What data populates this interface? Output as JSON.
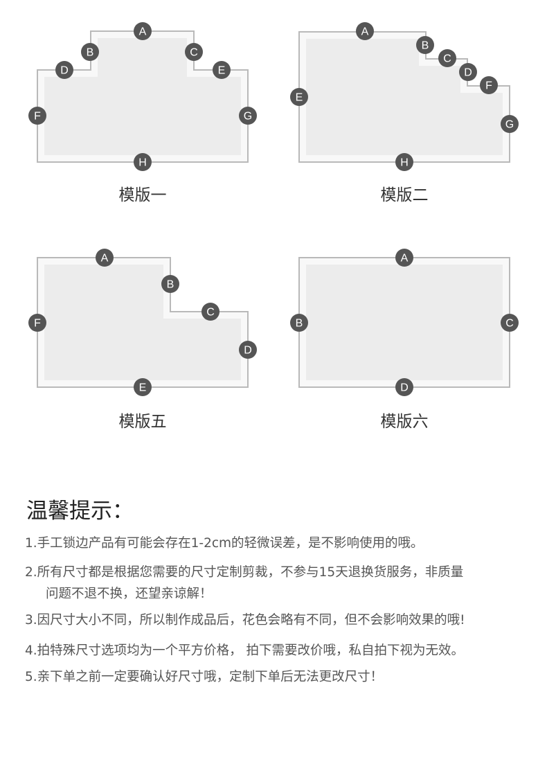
{
  "templates": [
    {
      "caption": "模版一",
      "labels": [
        "A",
        "B",
        "C",
        "D",
        "E",
        "F",
        "G",
        "H"
      ]
    },
    {
      "caption": "模版二",
      "labels": [
        "A",
        "B",
        "C",
        "D",
        "F",
        "E",
        "G",
        "H"
      ]
    },
    {
      "caption": "模版五",
      "labels": [
        "A",
        "B",
        "C",
        "D",
        "F",
        "E"
      ]
    },
    {
      "caption": "模版六",
      "labels": [
        "A",
        "B",
        "C",
        "D"
      ]
    }
  ],
  "notice": {
    "title": "温馨提示：",
    "tips": [
      {
        "text": "1.手工锁边产品有可能会存在1-2cm的轻微误差，是不影响使用的哦。"
      },
      {
        "text": "2.所有尺寸都是根据您需要的尺寸定制剪裁，不参与15天退换货服务，非质量",
        "continuation": "问题不退不换，还望亲谅解！"
      },
      {
        "text": "3.因尺寸大小不同，所以制作成品后，花色会略有不同，但不会影响效果的哦!"
      },
      {
        "text": "4.拍特殊尺寸选项均为一个平方价格， 拍下需要改价哦，私自拍下视为无效。"
      },
      {
        "text": "5.亲下单之前一定要确认好尺寸哦，定制下单后无法更改尺寸！"
      }
    ]
  }
}
